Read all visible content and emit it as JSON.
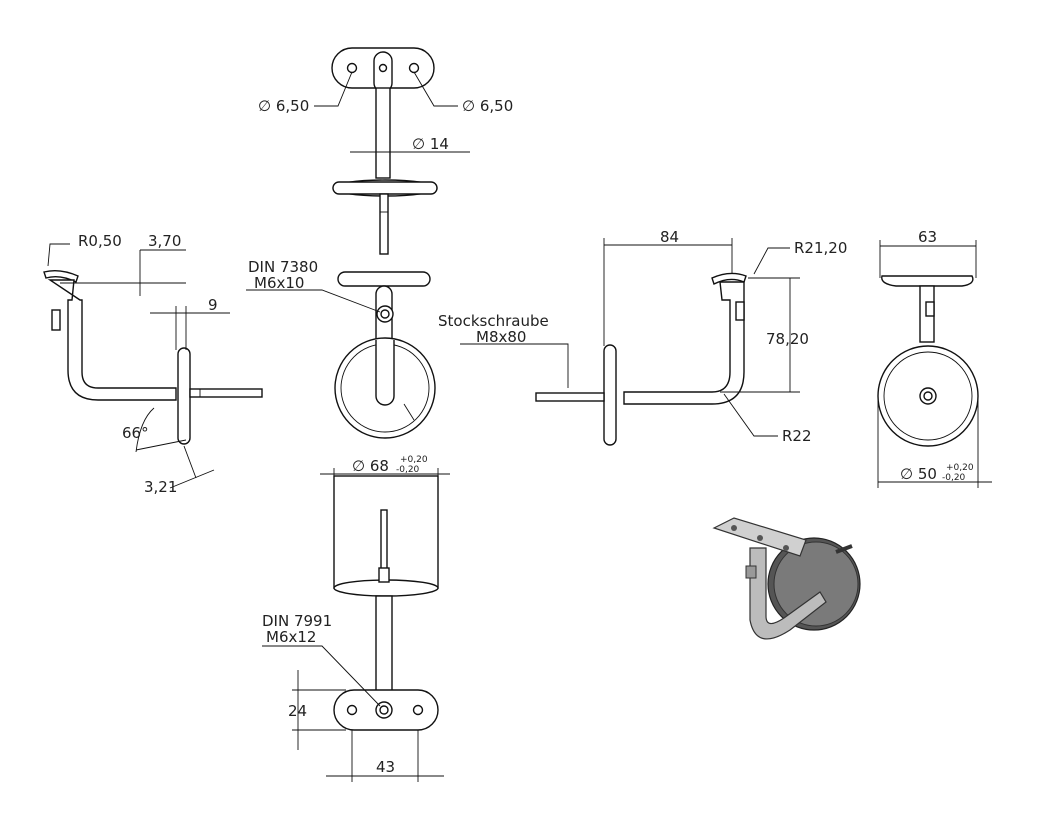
{
  "labels": {
    "dia_left": "∅ 6,50",
    "dia_right": "∅ 6,50",
    "dia14": "∅ 14",
    "r050": "R0,50",
    "d370": "3,70",
    "d9": "9",
    "din7380_a": "DIN 7380",
    "din7380_b": "M6x10",
    "stock_a": "Stockschraube",
    "stock_b": "M8x80",
    "d84": "84",
    "r2120": "R21,20",
    "d7820": "78,20",
    "r22": "R22",
    "d63": "63",
    "a66": "66°",
    "d321": "3,21",
    "dia68": "∅ 68",
    "tol68_plus": "+0,20",
    "tol68_minus": "-0,20",
    "dia50": "∅ 50",
    "tol50_plus": "+0,20",
    "tol50_minus": "-0,20",
    "din7991_a": "DIN 7991",
    "din7991_b": "M6x12",
    "d24": "24",
    "d43": "43"
  }
}
